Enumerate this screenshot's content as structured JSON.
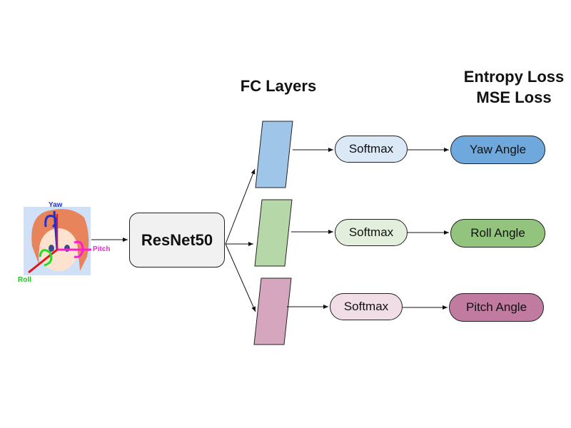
{
  "headers": {
    "fc_layers": "FC Layers",
    "loss_line1": "Entropy Loss",
    "loss_line2": "MSE Loss"
  },
  "backbone": {
    "label": "ResNet50"
  },
  "input_image": {
    "axis_labels": {
      "yaw": "Yaw",
      "pitch": "Pitch",
      "roll": "Roll"
    }
  },
  "branches": [
    {
      "softmax_label": "Softmax",
      "output_label": "Yaw Angle",
      "color": "#9fc5e8",
      "output_color": "#6fa8dc",
      "softmax_color": "#dbe8f5"
    },
    {
      "softmax_label": "Softmax",
      "output_label": "Roll Angle",
      "color": "#b6d7a8",
      "output_color": "#93c47d",
      "softmax_color": "#e3efdc"
    },
    {
      "softmax_label": "Softmax",
      "output_label": "Pitch Angle",
      "color": "#d5a6bd",
      "output_color": "#c27ba0",
      "softmax_color": "#f0dde6"
    }
  ]
}
